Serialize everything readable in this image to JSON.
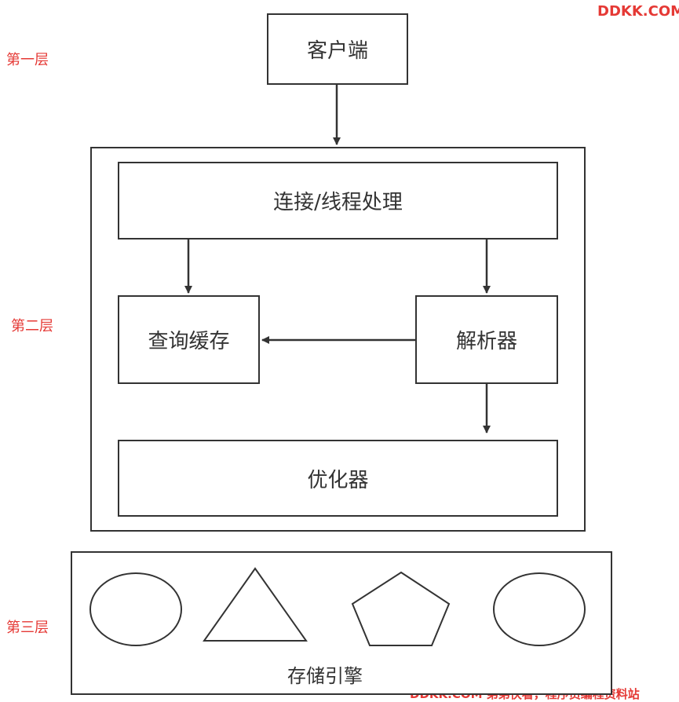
{
  "watermark": {
    "top": "DDKK.COM",
    "bottom": "DDKK.COM 弟弟快看，程序员编程资料站"
  },
  "layers": {
    "first": "第一层",
    "second": "第二层",
    "third": "第三层"
  },
  "nodes": {
    "client": "客户端",
    "connection": "连接/线程处理",
    "query_cache": "查询缓存",
    "parser": "解析器",
    "optimizer": "优化器",
    "storage_engine": "存储引擎"
  },
  "colors": {
    "label_red": "#e53935",
    "stroke": "#333333"
  }
}
